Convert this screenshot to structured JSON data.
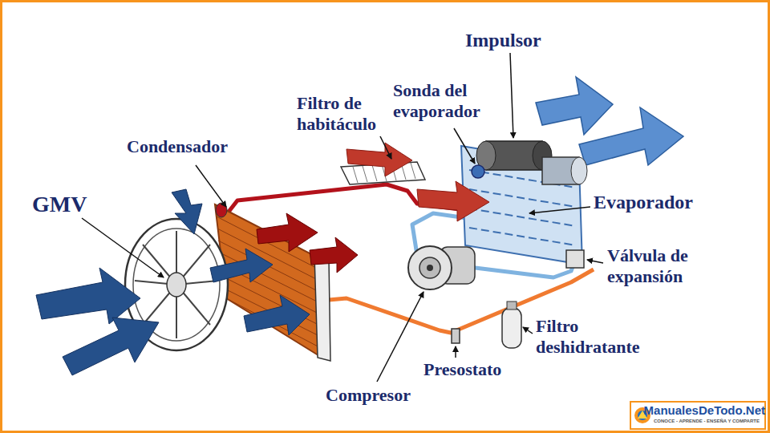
{
  "diagram": {
    "labels": [
      "Impulsor",
      "Sonda del evaporador",
      "Filtro de habitáculo",
      "Condensador",
      "GMV",
      "Evaporador",
      "Válvula de expansión",
      "Filtro deshidratante",
      "Presostato",
      "Compresor",
      "ManualesDeTodo.Net",
      "CONOCE - APRENDE - ENSEÑA Y COMPARTE"
    ]
  }
}
